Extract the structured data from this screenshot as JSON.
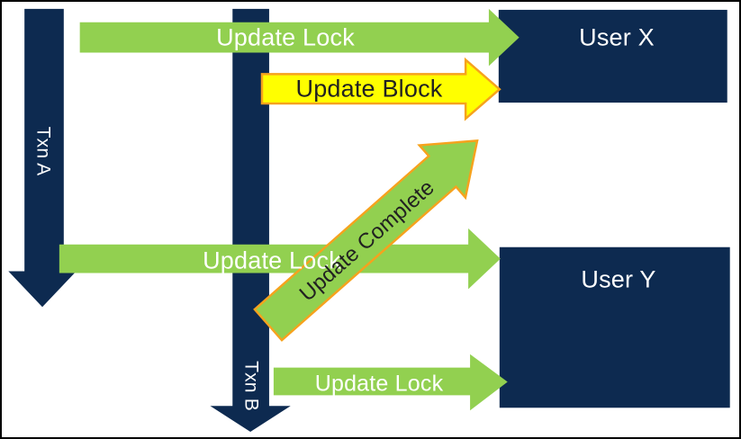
{
  "colors": {
    "navy": "#0d2a50",
    "green": "#92d050",
    "yellow": "#ffff00",
    "orange": "#f6a21d",
    "label-light": "#ffffff",
    "label-dark": "#212121",
    "canvas-bg": "#ffffff",
    "canvas-border": "#000000"
  },
  "lanes": {
    "txn_a": {
      "label": "Txn A"
    },
    "txn_b": {
      "label": "Txn B"
    }
  },
  "users": {
    "user_x": {
      "label": "User X"
    },
    "user_y": {
      "label": "User Y"
    }
  },
  "arrows": {
    "update_lock_top": {
      "label": "Update Lock",
      "from": "Txn A",
      "to": "User X",
      "color": "green"
    },
    "update_block": {
      "label": "Update Block",
      "from": "Txn B",
      "to": "User X",
      "color": "yellow"
    },
    "update_complete": {
      "label": "Update Complete",
      "from": "Txn B",
      "to": "User X",
      "color": "green",
      "direction": "diagonal-up"
    },
    "update_lock_middle": {
      "label": "Update Lock",
      "from": "Txn A",
      "to": "User Y",
      "color": "green"
    },
    "update_lock_bottom": {
      "label": "Update Lock",
      "from": "Txn B",
      "to": "User Y",
      "color": "green"
    }
  }
}
